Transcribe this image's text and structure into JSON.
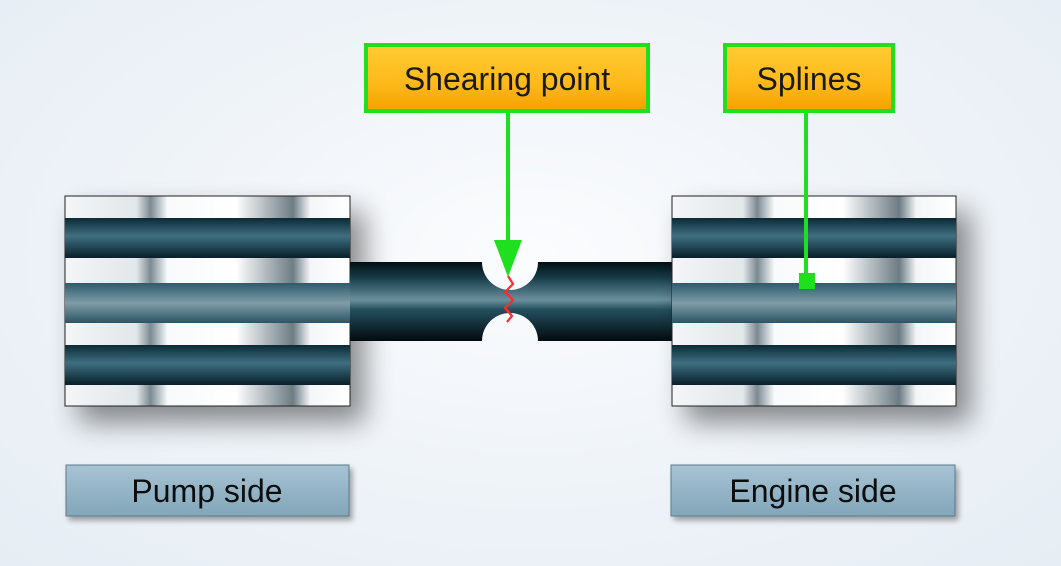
{
  "diagram": {
    "callouts": {
      "shearing_point": "Shearing point",
      "splines": "Splines"
    },
    "labels": {
      "pump_side": "Pump side",
      "engine_side": "Engine side"
    }
  },
  "colors": {
    "callout_border": "#1ee01e",
    "callout_fill_top": "#ffcc33",
    "callout_fill_bottom": "#f2a100",
    "arrow": "#1ee01e",
    "shear_line": "#ff2a2a",
    "label_fill": "#8fb0c3",
    "spline_dark": "#123a48"
  }
}
